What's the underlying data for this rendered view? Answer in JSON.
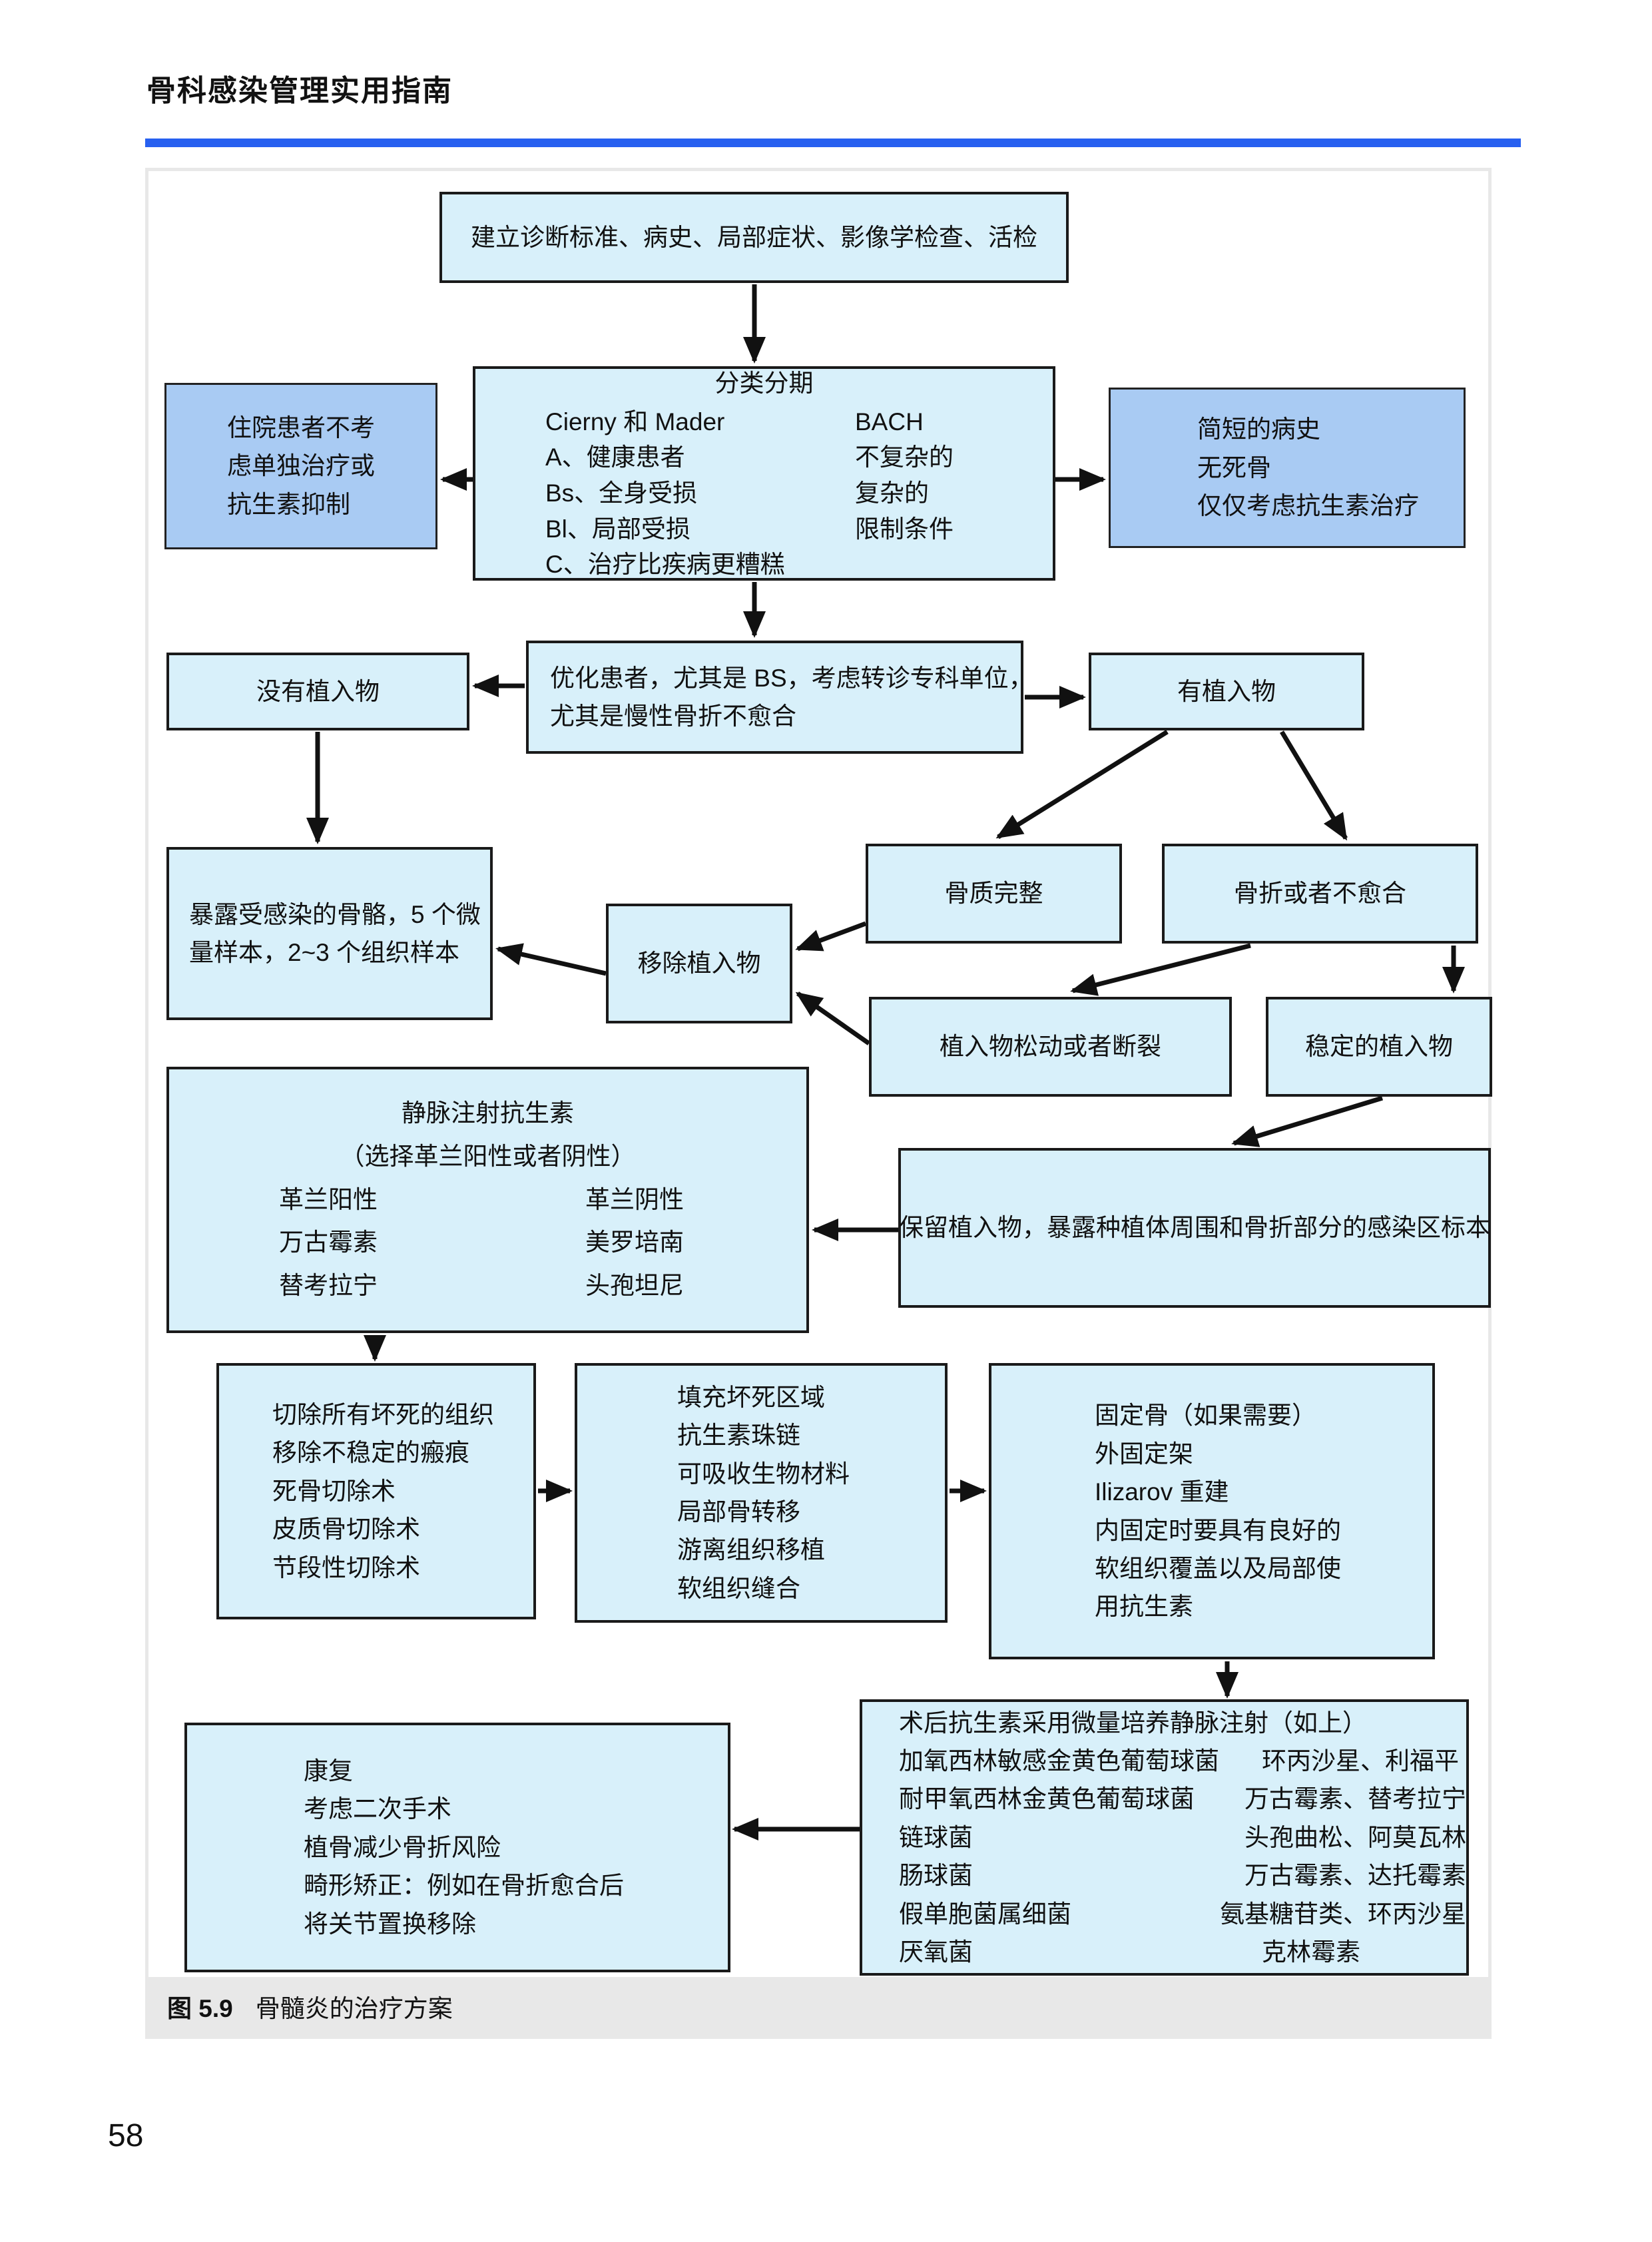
{
  "page": {
    "header_title": "骨科感染管理实用指南",
    "page_number": "58"
  },
  "caption": {
    "label": "图 5.9",
    "text": "骨髓炎的治疗方案"
  },
  "colors": {
    "accent_blue": "#2760F0",
    "node_fill": "#D8F0FA",
    "node_border": "#1A1A1A",
    "highlight_fill": "#A9CBF3",
    "frame_gray": "#E8E8E8"
  },
  "nodes": {
    "establish": {
      "lines": [
        "建立诊断标准、病史、局部症状、影像学检查、活检"
      ]
    },
    "classify": {
      "title": "分类分期",
      "left": [
        "Cierny 和 Mader",
        "A、健康患者",
        "Bs、全身受损",
        "Bl、局部受损",
        "C、治疗比疾病更糟糕"
      ],
      "right": [
        "BACH",
        "不复杂的",
        "复杂的",
        "限制条件"
      ]
    },
    "hospital": {
      "lines": [
        "住院患者不考",
        "虑单独治疗或",
        "抗生素抑制"
      ]
    },
    "brief": {
      "lines": [
        "简短的病史",
        "无死骨",
        "仅仅考虑抗生素治疗"
      ]
    },
    "optimize": {
      "lines": [
        "优化患者，尤其是 BS，考虑转诊专科单位，",
        "尤其是慢性骨折不愈合"
      ]
    },
    "no_implant": {
      "lines": [
        "没有植入物"
      ]
    },
    "implant": {
      "lines": [
        "有植入物"
      ]
    },
    "expose": {
      "lines": [
        "暴露受感染的骨骼，5 个微",
        "量样本，2~3 个组织样本"
      ]
    },
    "remove": {
      "lines": [
        "移除植入物"
      ]
    },
    "intact": {
      "lines": [
        "骨质完整"
      ]
    },
    "fracture": {
      "lines": [
        "骨折或者不愈合"
      ]
    },
    "loose": {
      "lines": [
        "植入物松动或者断裂"
      ]
    },
    "stable": {
      "lines": [
        "稳定的植入物"
      ]
    },
    "iv": {
      "title": "静脉注射抗生素",
      "subtitle": "（选择革兰阳性或者阴性）",
      "rows": [
        {
          "left": "革兰阳性",
          "right": "革兰阴性"
        },
        {
          "left": "万古霉素",
          "right": "美罗培南"
        },
        {
          "left": "替考拉宁",
          "right": "头孢坦尼"
        }
      ]
    },
    "retain": {
      "lines": [
        "保留植入物，暴露种植体周围和骨折部分的感染区标本"
      ]
    },
    "debride": {
      "lines": [
        "切除所有坏死的组织",
        "移除不稳定的瘢痕",
        "死骨切除术",
        "皮质骨切除术",
        "节段性切除术"
      ]
    },
    "fill": {
      "lines": [
        "填充坏死区域",
        "抗生素珠链",
        "可吸收生物材料",
        "局部骨转移",
        "游离组织移植",
        "软组织缝合"
      ]
    },
    "fix": {
      "lines": [
        "固定骨（如果需要）",
        "外固定架",
        "Ilizarov 重建",
        "内固定时要具有良好的",
        "软组织覆盖以及局部使",
        "用抗生素"
      ]
    },
    "rehab": {
      "lines": [
        "康复",
        "考虑二次手术",
        "植骨减少骨折风险",
        "畸形矫正：例如在骨折愈合后",
        "将关节置换移除"
      ]
    },
    "postop": {
      "title": "术后抗生素采用微量培养静脉注射（如上）",
      "rows": [
        {
          "left": "加氧西林敏感金黄色葡萄球菌",
          "right": "环丙沙星、利福平"
        },
        {
          "left": "耐甲氧西林金黄色葡萄球菌",
          "right": "万古霉素、替考拉宁"
        },
        {
          "left": "链球菌",
          "right": "头孢曲松、阿莫瓦林"
        },
        {
          "left": "肠球菌",
          "right": "万古霉素、达托霉素"
        },
        {
          "left": "假单胞菌属细菌",
          "right": "氨基糖苷类、环丙沙星"
        },
        {
          "left": "厌氧菌",
          "right": "克林霉素"
        }
      ]
    }
  }
}
